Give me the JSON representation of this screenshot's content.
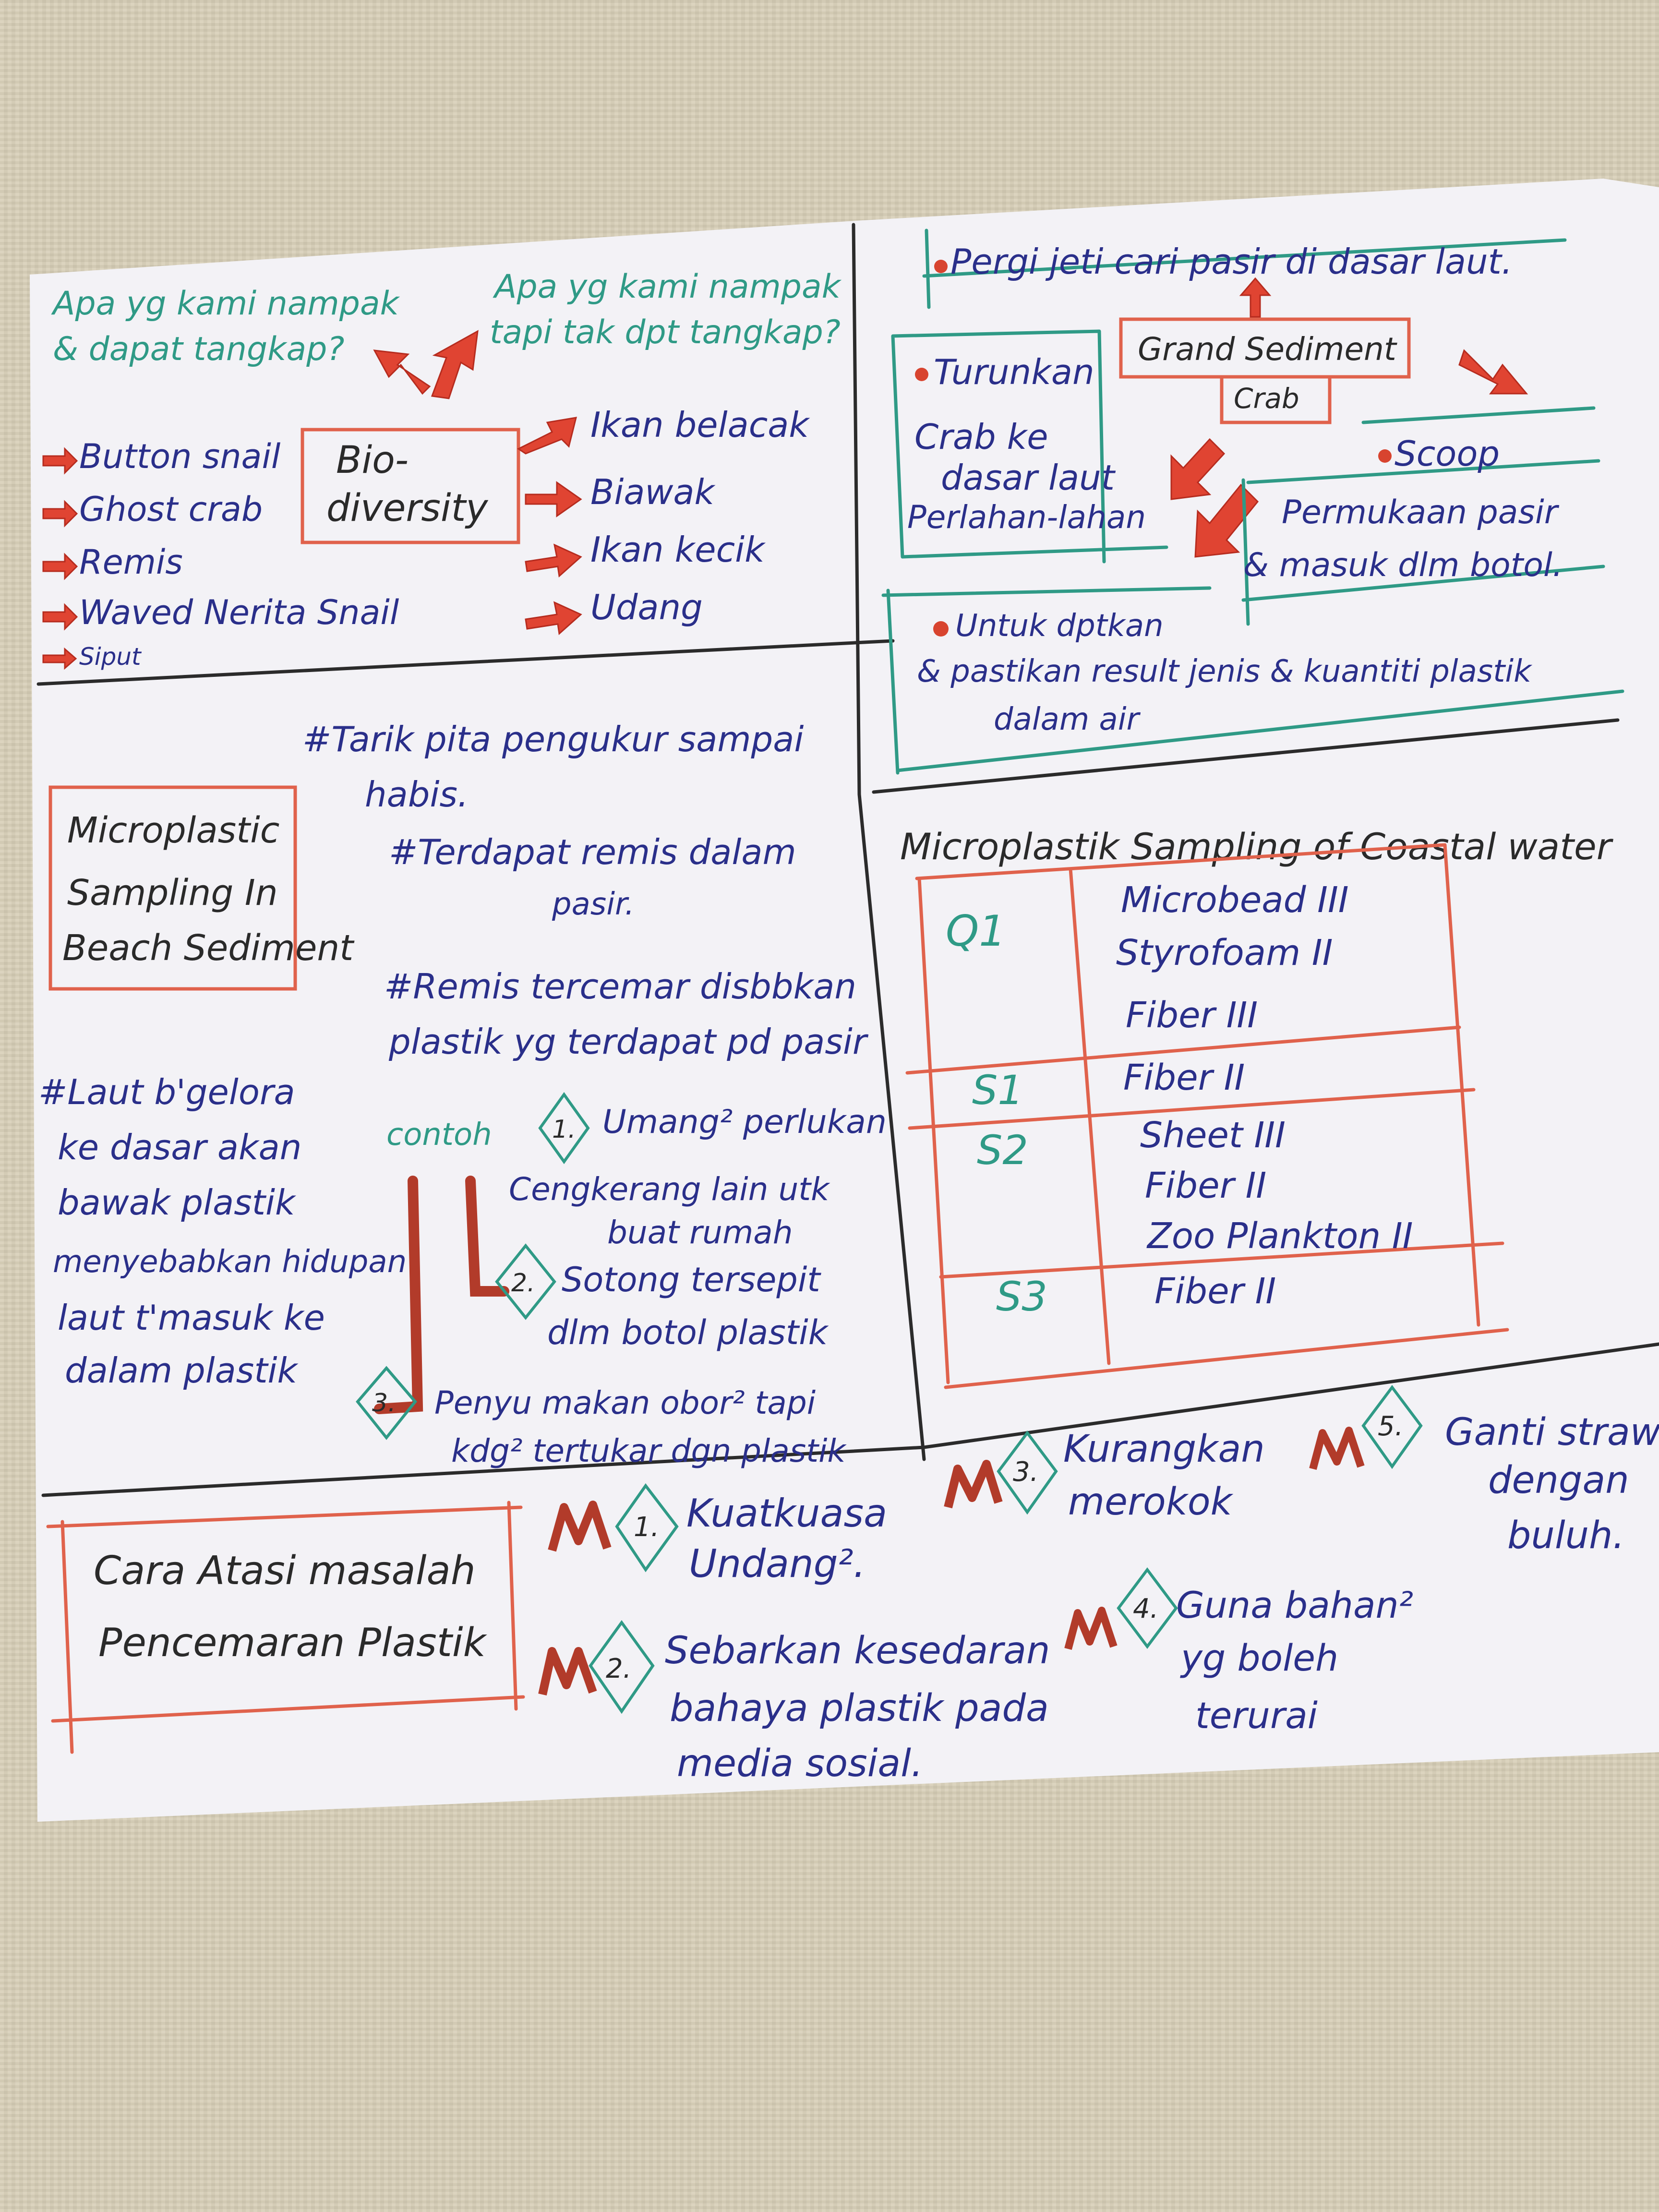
{
  "biodiversity": {
    "q_left": [
      "Apa yg kami nampak",
      "& dapat tangkap?"
    ],
    "q_right": [
      "Apa yg kami nampak",
      "tapi tak dpt tangkap?"
    ],
    "center": [
      "Bio-",
      "diversity"
    ],
    "caught": [
      "Button snail",
      "Ghost crab",
      "Remis",
      "Waved Nerita Snail",
      "Siput"
    ],
    "seen": [
      "Ikan belacak",
      "Biawak",
      "Ikan kecik",
      "Udang"
    ]
  },
  "sediment_steps": {
    "step1": "Pergi jeti cari pasir di dasar laut.",
    "box": "Grand Sediment",
    "box_sub": "Crab",
    "step2": [
      "Turunkan",
      "Crab ke",
      "dasar laut",
      "Perlahan-lahan"
    ],
    "step3": [
      "Scoop",
      "Permukaan pasir",
      "& masuk dlm botol."
    ],
    "step4": [
      "Untuk dptkan",
      "& pastikan result jenis & kuantiti plastik",
      "dalam air"
    ]
  },
  "beach": {
    "title": [
      "Microplastic",
      "Sampling In",
      "Beach Sediment"
    ],
    "notes": [
      "#Tarik pita pengukur sampai",
      "habis.",
      "#Terdapat remis dalam",
      "pasir.",
      "#Remis tercemar disbbkan",
      "plastik yg terdapat pd pasir"
    ],
    "left_note": [
      "#Laut b'gelora",
      "ke dasar akan",
      "bawak plastik",
      "menyebabkan hidupan",
      "laut t'masuk ke",
      "dalam plastik"
    ],
    "contoh": "contoh",
    "examples": [
      {
        "num": "1.",
        "lines": [
          "Umang² perlukan",
          "Cengkerang lain utk",
          "buat rumah"
        ]
      },
      {
        "num": "2.",
        "lines": [
          "Sotong tersepit",
          "dlm botol plastik"
        ]
      },
      {
        "num": "3.",
        "lines": [
          "Penyu makan obor² tapi",
          "kdg² tertukar dgn plastik"
        ]
      }
    ]
  },
  "coastal": {
    "title": "Microplastik Sampling of Coastal water",
    "rows": [
      {
        "site": "Q1",
        "items": [
          "Microbead III",
          "Styrofoam II",
          "Fiber III"
        ]
      },
      {
        "site": "S1",
        "items": [
          "Fiber II"
        ]
      },
      {
        "site": "S2",
        "items": [
          "Sheet III",
          "Fiber II",
          "Zoo Plankton II"
        ]
      },
      {
        "site": "S3",
        "items": [
          "Fiber II"
        ]
      }
    ]
  },
  "solutions": {
    "title": [
      "Cara Atasi masalah",
      "Pencemaran Plastik"
    ],
    "items": [
      {
        "num": "1.",
        "lines": [
          "Kuatkuasa",
          "Undang²."
        ]
      },
      {
        "num": "2.",
        "lines": [
          "Sebarkan kesedaran",
          "bahaya plastik pada",
          "media sosial."
        ]
      },
      {
        "num": "3.",
        "lines": [
          "Kurangkan",
          "merokok"
        ]
      },
      {
        "num": "4.",
        "lines": [
          "Guna bahan²",
          "yg boleh",
          "terurai"
        ]
      },
      {
        "num": "5.",
        "lines": [
          "Ganti straw",
          "dengan",
          "buluh."
        ]
      }
    ]
  },
  "colors": {
    "blue": "#2a2f8a",
    "teal": "#2f9a86",
    "red": "#d8442f",
    "paper": "#f3f2f6"
  }
}
